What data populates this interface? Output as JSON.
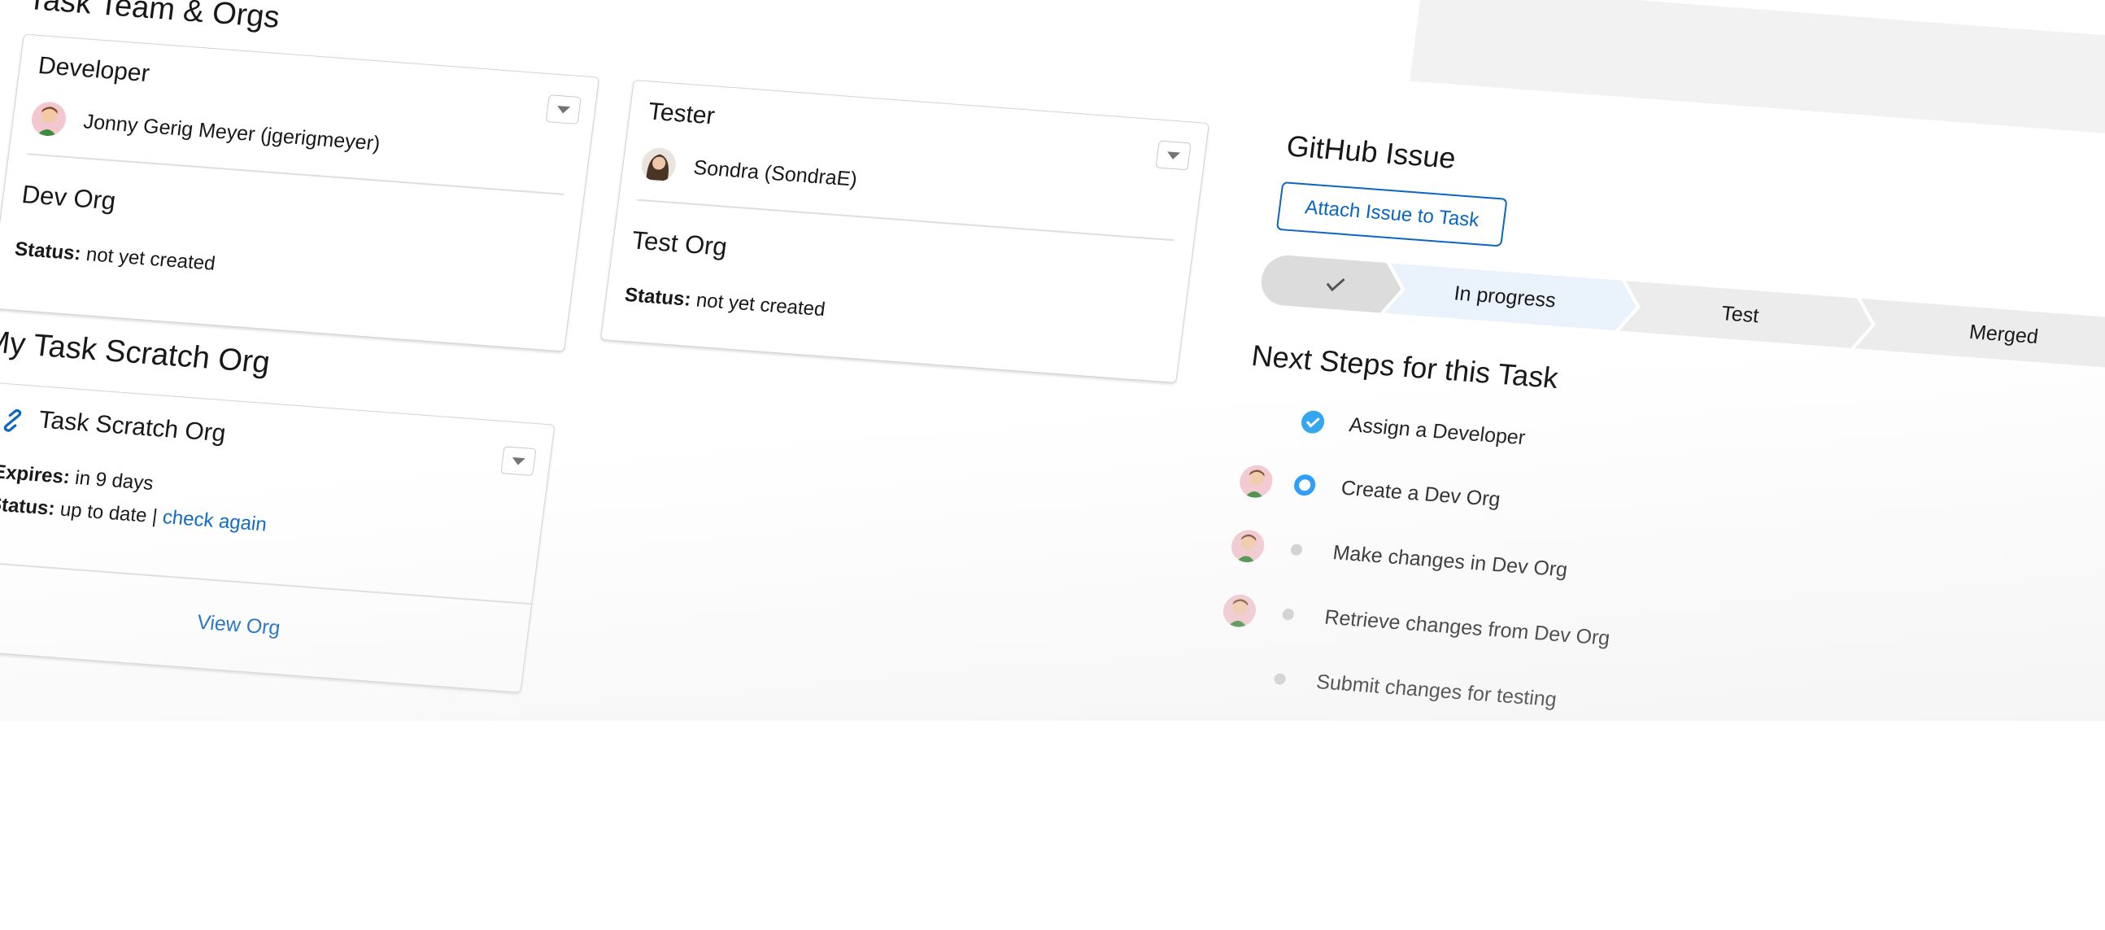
{
  "team": {
    "title": "Task Team & Orgs",
    "developer": {
      "role": "Developer",
      "user": "Jonny Gerig Meyer (jgerigmeyer)",
      "org": "Dev Org",
      "status_label": "Status:",
      "status_value": "not yet created"
    },
    "tester": {
      "role": "Tester",
      "user": "Sondra (SondraE)",
      "org": "Test Org",
      "status_label": "Status:",
      "status_value": "not yet created"
    }
  },
  "scratch": {
    "title": "My Task Scratch Org",
    "card_title": "Task Scratch Org",
    "expires_label": "Expires:",
    "expires_value": "in 9 days",
    "status_label": "Status:",
    "status_value": "up to date |",
    "check_again": "check again",
    "view_org": "View Org"
  },
  "github": {
    "title": "GitHub Issue",
    "attach_button": "Attach Issue to Task"
  },
  "progress_path": {
    "stages": [
      "In progress",
      "Test",
      "Merged"
    ],
    "current": "In progress",
    "completed_icon": "check-icon"
  },
  "next_steps": {
    "title": "Next Steps for this Task",
    "items": [
      {
        "label": "Assign a Developer",
        "state": "complete",
        "icon": "checkmark-circle-icon"
      },
      {
        "label": "Create a Dev Org",
        "state": "current",
        "icon": "ring-icon"
      },
      {
        "label": "Make changes in Dev Org",
        "state": "todo",
        "icon": "dot-icon"
      },
      {
        "label": "Retrieve changes from Dev Org",
        "state": "todo",
        "icon": "dot-icon"
      },
      {
        "label": "Submit changes for testing",
        "state": "todo",
        "icon": "dot-icon"
      }
    ]
  },
  "colors": {
    "link": "#0b66c1",
    "path_current": "#eaf2fc",
    "path_default": "#ececec",
    "path_complete": "#dcdcdc",
    "step_complete": "#1b96ff",
    "step_todo": "#c9c9c9"
  }
}
